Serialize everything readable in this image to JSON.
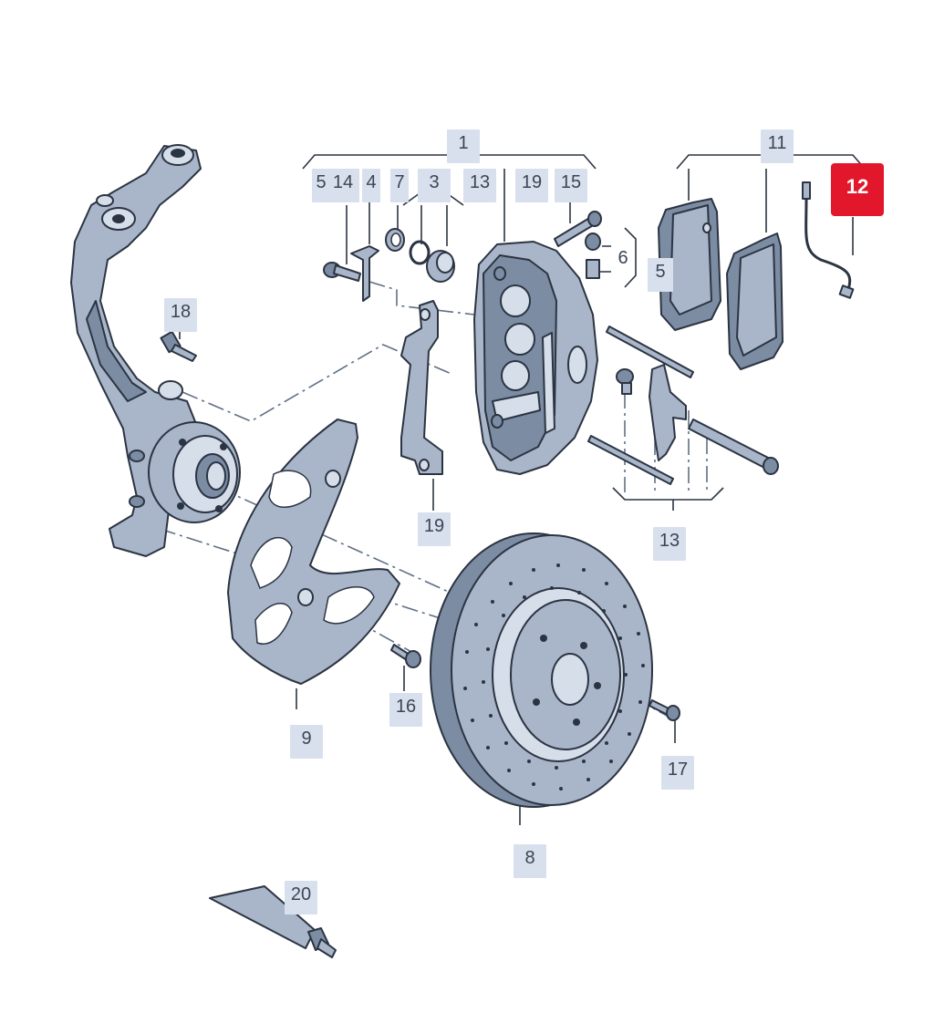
{
  "diagram": {
    "colors": {
      "part": "#a9b6c9",
      "outline": "#2b3442",
      "callout_bg": "#d8e0ee",
      "highlight": "#e3172b"
    },
    "callouts": [
      {
        "id": "1",
        "label": "1"
      },
      {
        "id": "5a",
        "label": "5"
      },
      {
        "id": "14",
        "label": "14"
      },
      {
        "id": "4",
        "label": "4"
      },
      {
        "id": "7",
        "label": "7"
      },
      {
        "id": "3",
        "label": "3"
      },
      {
        "id": "13a",
        "label": "13"
      },
      {
        "id": "19a",
        "label": "19"
      },
      {
        "id": "15",
        "label": "15"
      },
      {
        "id": "6",
        "label": "6"
      },
      {
        "id": "5b",
        "label": "5"
      },
      {
        "id": "11",
        "label": "11"
      },
      {
        "id": "12",
        "label": "12",
        "highlighted": true
      },
      {
        "id": "18",
        "label": "18"
      },
      {
        "id": "19b",
        "label": "19"
      },
      {
        "id": "13b",
        "label": "13"
      },
      {
        "id": "9",
        "label": "9"
      },
      {
        "id": "16",
        "label": "16"
      },
      {
        "id": "17",
        "label": "17"
      },
      {
        "id": "8",
        "label": "8"
      },
      {
        "id": "20",
        "label": "20"
      }
    ]
  }
}
